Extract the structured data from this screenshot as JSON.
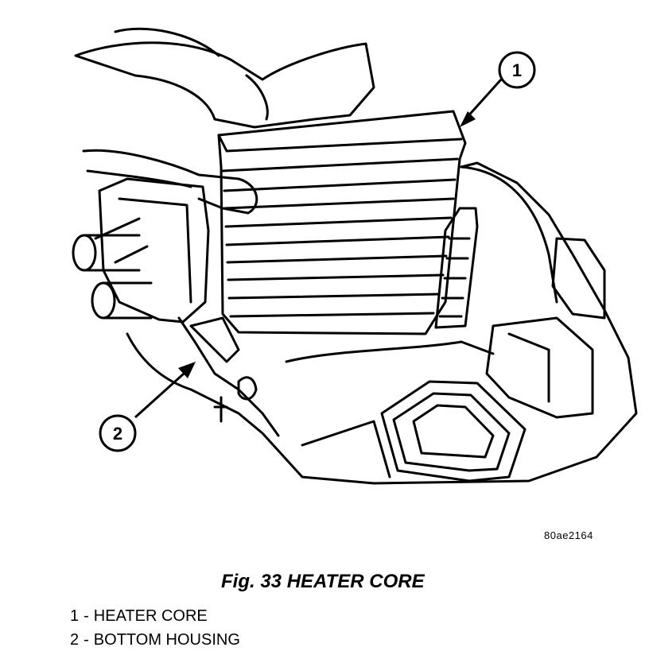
{
  "figure": {
    "code": "80ae2164",
    "caption": "Fig. 33 HEATER CORE",
    "callouts": [
      {
        "number": "1",
        "label": "HEATER CORE"
      },
      {
        "number": "2",
        "label": "BOTTOM HOUSING"
      }
    ]
  }
}
